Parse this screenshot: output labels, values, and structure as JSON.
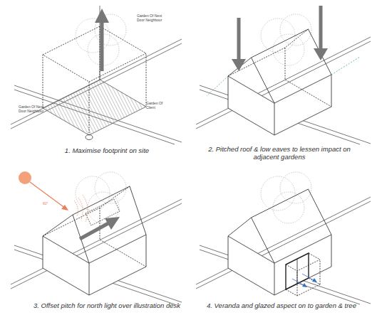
{
  "diagram": {
    "labels": [
      "Garden Of Next Door Neighbour",
      "Garden Of Next Door Neighbour",
      "Garden Of Client",
      "60°",
      "1. Maximise footprint on site",
      "2. Pitched roof & low eaves to lessen impact on adjacent gardens",
      "3. Offset pitch for north light over illustration desk",
      "4. Veranda and glazed aspect on to garden & tree"
    ]
  }
}
